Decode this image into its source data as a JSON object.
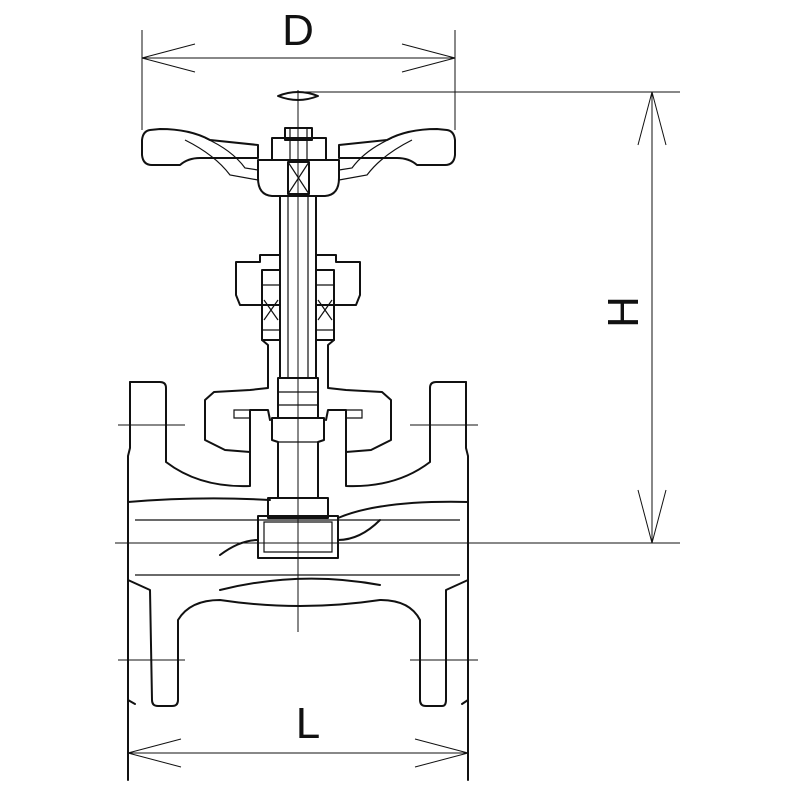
{
  "dimensions": {
    "handwheel_diameter": "D",
    "height": "H",
    "face_to_face_length": "L"
  }
}
